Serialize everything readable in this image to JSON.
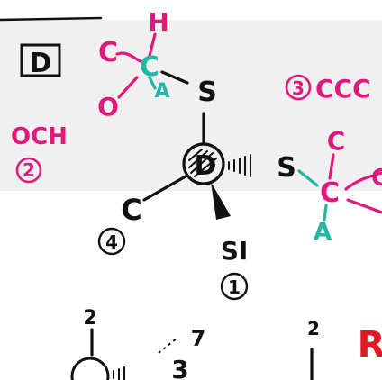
{
  "labels": {
    "config_box": "D",
    "top_h": "H",
    "top_c_left": "C",
    "top_c_center": "C",
    "top_o": "O",
    "top_a": "A",
    "top_s": "S",
    "rank3_num": "3",
    "rank3_text": "CCC",
    "och": "OCH",
    "rank2_num": "2",
    "center_atom": "D",
    "right_s": "S",
    "right_c_top": "C",
    "right_c_center": "C",
    "right_a": "A",
    "right_partial": "C",
    "left_c": "C",
    "rank4_num": "4",
    "si": "SI",
    "rank1_num": "1",
    "bottom_2_left": "2",
    "bottom_3": "3",
    "bottom_7": "7",
    "bottom_2_right": "2",
    "bottom_r": "R"
  },
  "colors": {
    "ink": "#111111",
    "magenta": "#e0197c",
    "teal": "#20b7a4",
    "red": "#e01a24",
    "tint": "#f0f0f0"
  }
}
